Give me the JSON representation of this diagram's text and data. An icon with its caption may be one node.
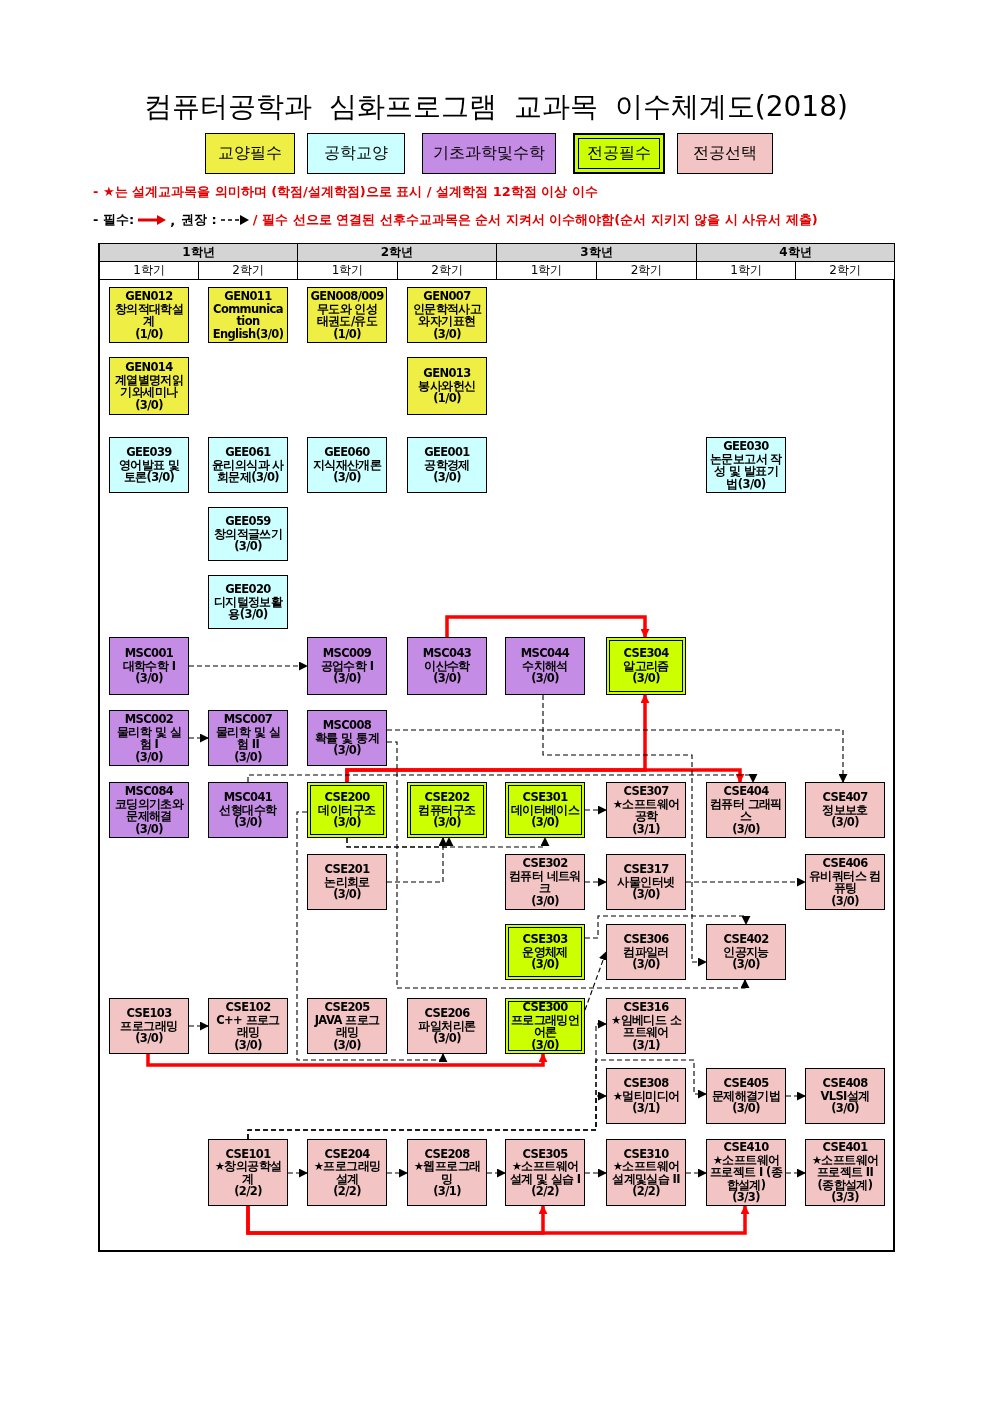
{
  "diagram": {
    "title": "컴퓨터공학과 심화프로그램 교과목 이수체계도(2018)",
    "nodes": [
      {
        "text": [
          "GEN012",
          "창의적대학설계",
          "(1/0)"
        ]
      },
      {
        "text": [
          "GEN011",
          "Communication English(3/0)"
        ]
      },
      {
        "text": [
          "GEN008/009",
          "무도와 인성 태권도/유도",
          "(1/0)"
        ]
      },
      {
        "text": [
          "GEN007",
          "인문학적사고와자기표현",
          "(3/0)"
        ]
      },
      {
        "text": [
          "GEN014",
          "계열별명저읽기와세미나",
          "(3/0)"
        ]
      },
      {
        "text": [
          "GEN013",
          "봉사와헌신",
          "(1/0)"
        ]
      },
      {
        "text": [
          "GEE039",
          "영어발표 및 토론(3/0)"
        ]
      },
      {
        "text": [
          "GEE061",
          "윤리의식과 사회문제(3/0)"
        ]
      },
      {
        "text": [
          "GEE060",
          "지식재산개론",
          "(3/0)"
        ]
      },
      {
        "text": [
          "GEE001",
          "공학경제",
          "(3/0)"
        ]
      },
      {
        "text": [
          "GEE030",
          "논문보고서 작성 및 발표기법(3/0)"
        ]
      },
      {
        "text": [
          "GEE059",
          "창의적글쓰기",
          "(3/0)"
        ]
      },
      {
        "text": [
          "GEE020",
          "디지털정보활용(3/0)"
        ]
      },
      {
        "text": [
          "MSC001",
          "대학수학 I",
          "(3/0)"
        ]
      },
      {
        "text": [
          "MSC009",
          "공업수학 I",
          "(3/0)"
        ]
      },
      {
        "text": [
          "MSC043",
          "이산수학",
          "(3/0)"
        ]
      },
      {
        "text": [
          "MSC044",
          "수치해석",
          "(3/0)"
        ]
      },
      {
        "text": [
          "CSE304",
          "알고리즘",
          "(3/0)"
        ]
      },
      {
        "text": [
          "MSC002",
          "물리학 및 실험 I",
          "(3/0)"
        ]
      },
      {
        "text": [
          "MSC007",
          "물리학 및 실험 II",
          "(3/0)"
        ]
      },
      {
        "text": [
          "MSC008",
          "확률 및 통계",
          "(3/0)"
        ]
      },
      {
        "text": [
          "MSC084",
          "코딩의기초와 문제해결",
          "(3/0)"
        ]
      },
      {
        "text": [
          "MSC041",
          "선형대수학",
          "(3/0)"
        ]
      },
      {
        "text": [
          "CSE200",
          "데이터구조",
          "(3/0)"
        ]
      },
      {
        "text": [
          "CSE202",
          "컴퓨터구조",
          "(3/0)"
        ]
      },
      {
        "text": [
          "CSE301",
          "데이터베이스",
          "(3/0)"
        ]
      },
      {
        "text": [
          "CSE307",
          "★소프트웨어공학",
          "(3/1)"
        ]
      },
      {
        "text": [
          "CSE404",
          "컴퓨터 그래픽스",
          "(3/0)"
        ]
      },
      {
        "text": [
          "CSE407",
          "정보보호",
          "(3/0)"
        ]
      },
      {
        "text": [
          "CSE201",
          "논리회로",
          "(3/0)"
        ]
      },
      {
        "text": [
          "CSE302",
          "컴퓨터 네트워크",
          "(3/0)"
        ]
      },
      {
        "text": [
          "CSE317",
          "사물인터넷",
          "(3/0)"
        ]
      },
      {
        "text": [
          "CSE406",
          "유비쿼터스 컴퓨팅",
          "(3/0)"
        ]
      },
      {
        "text": [
          "CSE303",
          "운영체제",
          "(3/0)"
        ]
      },
      {
        "text": [
          "CSE306",
          "컴파일러",
          "(3/0)"
        ]
      },
      {
        "text": [
          "CSE402",
          "인공지능",
          "(3/0)"
        ]
      },
      {
        "text": [
          "CSE103",
          "프로그래밍",
          "(3/0)"
        ]
      },
      {
        "text": [
          "CSE102",
          "C++ 프로그래밍",
          "(3/0)"
        ]
      },
      {
        "text": [
          "CSE205",
          "JAVA 프로그래밍",
          "(3/0)"
        ]
      },
      {
        "text": [
          "CSE206",
          "파일처리론",
          "(3/0)"
        ]
      },
      {
        "text": [
          "CSE300",
          "프로그래밍언어론",
          "(3/0)"
        ]
      },
      {
        "text": [
          "CSE316",
          "★임베디드 소프트웨어",
          "(3/1)"
        ]
      },
      {
        "text": [
          "CSE308",
          "★멀티미디어",
          "(3/1)"
        ]
      },
      {
        "text": [
          "CSE405",
          "문제해결기법",
          "(3/0)"
        ]
      },
      {
        "text": [
          "CSE408",
          "VLSI설계",
          "(3/0)"
        ]
      },
      {
        "text": [
          "CSE101",
          "★창의공학설계",
          "(2/2)"
        ]
      },
      {
        "text": [
          "CSE204",
          "★프로그래밍 설계",
          "(2/2)"
        ]
      },
      {
        "text": [
          "CSE208",
          "★웹프로그래밍",
          "(3/1)"
        ]
      },
      {
        "text": [
          "CSE305",
          "★소프트웨어 설계 및 실습 I",
          "(2/2)"
        ]
      },
      {
        "text": [
          "CSE310",
          "★소프트웨어 설계및실습 II",
          "(2/2)"
        ]
      },
      {
        "text": [
          "CSE410",
          "★소프트웨어 프로젝트 I (종합설계)",
          "(3/3)"
        ]
      },
      {
        "text": [
          "CSE401",
          "★소프트웨어 프로젝트 II (종합설계)",
          "(3/3)"
        ]
      }
    ],
    "edges": [
      {
        "from": 15,
        "to": 17,
        "arrow": "to",
        "style": "thick",
        "color": "#ff0000"
      },
      {
        "from": 23,
        "to": 17,
        "arrow": "to",
        "style": "thick",
        "color": "#ff0000"
      },
      {
        "from": 23,
        "to": 27,
        "arrow": "to",
        "style": "thick",
        "color": "#ff0000"
      },
      {
        "from": 36,
        "to": 40,
        "arrow": "to",
        "style": "thick",
        "color": "#ff0000"
      },
      {
        "from": 45,
        "to": 48,
        "arrow": "to",
        "style": "thick",
        "color": "#ff0000"
      },
      {
        "from": 45,
        "to": 50,
        "arrow": "to",
        "style": "thick",
        "color": "#ff0000"
      },
      {
        "from": 13,
        "to": 14,
        "arrow": "to",
        "style": "dashed"
      },
      {
        "from": 18,
        "to": 19,
        "arrow": "to",
        "style": "dashed"
      },
      {
        "from": 16,
        "to": 35,
        "arrow": "to",
        "style": "dashed"
      },
      {
        "from": 20,
        "to": 28,
        "arrow": "to",
        "style": "dashed"
      },
      {
        "from": 20,
        "to": 35,
        "arrow": "to",
        "style": "dashed"
      },
      {
        "from": 22,
        "to": 27,
        "arrow": "to",
        "style": "dashed"
      },
      {
        "from": 23,
        "to": 24,
        "arrow": "to",
        "style": "dashed"
      },
      {
        "from": 23,
        "to": 25,
        "arrow": "to",
        "style": "dashed"
      },
      {
        "from": 29,
        "to": 24,
        "arrow": "to",
        "style": "dashed"
      },
      {
        "from": 25,
        "to": 26,
        "arrow": "to",
        "style": "dashed"
      },
      {
        "from": 30,
        "to": 31,
        "arrow": "to",
        "style": "dashed"
      },
      {
        "from": 31,
        "to": 32,
        "arrow": "to",
        "style": "dashed"
      },
      {
        "from": 23,
        "to": 39,
        "arrow": "to",
        "style": "dashed"
      },
      {
        "from": 33,
        "to": 35,
        "arrow": "to",
        "style": "dashed"
      },
      {
        "from": 40,
        "to": 34,
        "arrow": "to",
        "style": "dashed"
      },
      {
        "from": 45,
        "to": 41,
        "arrow": "to",
        "style": "dashed"
      },
      {
        "from": 45,
        "to": 42,
        "arrow": "to",
        "style": "dashed"
      },
      {
        "from": 45,
        "to": 43,
        "arrow": "to",
        "style": "dashed"
      },
      {
        "from": 36,
        "to": 37,
        "arrow": "to",
        "style": "dashed"
      },
      {
        "from": 43,
        "to": 44,
        "arrow": "to",
        "style": "dashed"
      },
      {
        "from": 45,
        "to": 46,
        "arrow": "to",
        "style": "dashed"
      },
      {
        "from": 46,
        "to": 47,
        "arrow": "to",
        "style": "dashed"
      },
      {
        "from": 47,
        "to": 48,
        "arrow": "to",
        "style": "dashed"
      },
      {
        "from": 48,
        "to": 49,
        "arrow": "to",
        "style": "dashed"
      },
      {
        "from": 49,
        "to": 50,
        "arrow": "to",
        "style": "dashed"
      },
      {
        "from": 50,
        "to": 51,
        "arrow": "to",
        "style": "dashed"
      }
    ],
    "labels": [
      "- ★는 설계교과목을 의미하며 (학점/설계학점)으로 표시 / 설계학점 12학점 이상 이수",
      ",",
      "/ 필수 선으로 연결된 선후수교과목은 순서 지켜서 이수해야함(순서 지키지 않을 시 사유서 제출)",
      "1학년",
      "2학년",
      "3학년",
      "4학년",
      "1학기",
      "2학기",
      "1학기",
      "2학기",
      "1학기",
      "2학기",
      "1학기",
      "2학기"
    ],
    "legend": [
      {
        "text": "교양필수",
        "color": "#eeee44"
      },
      {
        "text": "공학교양",
        "color": "#ccffff"
      },
      {
        "text": "기초과학및수학",
        "color": "#c58ce6"
      },
      {
        "text": "전공필수",
        "color": "#ccff00"
      },
      {
        "text": "전공선택",
        "color": "#f2c4c4"
      },
      {
        "text": "- 필수:"
      },
      {
        "text": "권장 :"
      }
    ]
  }
}
